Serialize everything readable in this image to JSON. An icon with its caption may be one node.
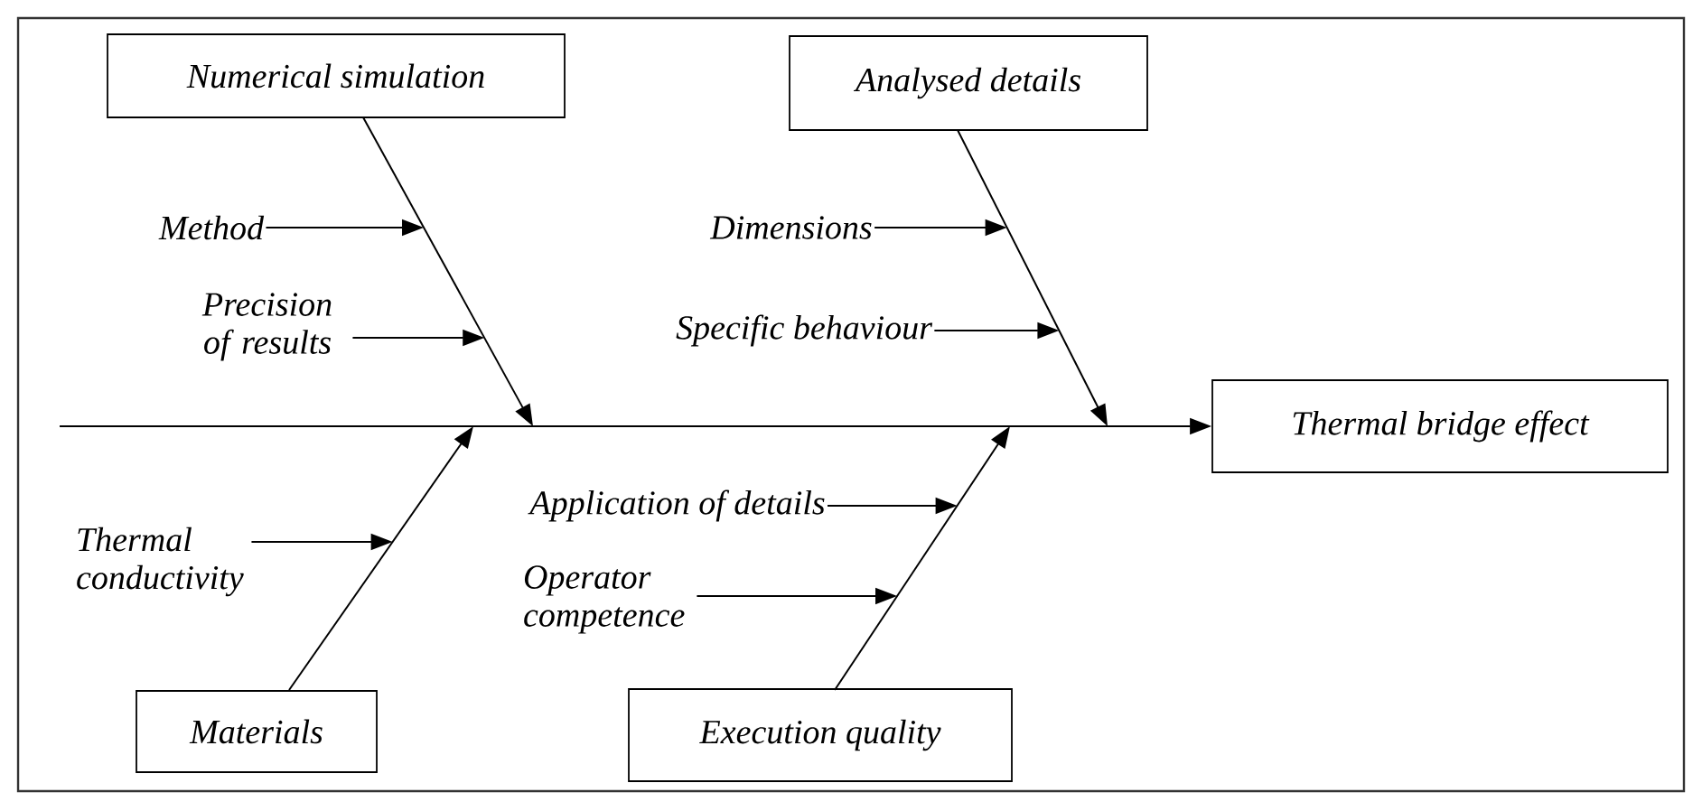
{
  "diagram": {
    "nodes": [
      {
        "text": [
          "Numerical simulation"
        ]
      },
      {
        "text": [
          "Analysed details"
        ]
      },
      {
        "text": [
          "Method"
        ]
      },
      {
        "text": [
          "Dimensions"
        ]
      },
      {
        "text": [
          "Precision of results"
        ]
      },
      {
        "text": [
          "Specific behaviour"
        ]
      },
      {
        "text": [
          "Thermal bridge effect"
        ]
      },
      {
        "text": [
          "Application of details"
        ]
      },
      {
        "text": [
          "Thermal conductivity"
        ]
      },
      {
        "text": [
          "Operator competence"
        ]
      },
      {
        "text": [
          "Materials"
        ]
      },
      {
        "text": [
          "Execution quality"
        ]
      }
    ],
    "edges": [
      {
        "from": null,
        "to": 6,
        "arrow": "to"
      },
      {
        "from": 0,
        "to": null,
        "arrow": "to"
      },
      {
        "from": 1,
        "to": null,
        "arrow": "to"
      },
      {
        "from": 10,
        "to": null,
        "arrow": "to"
      },
      {
        "from": 11,
        "to": null,
        "arrow": "to"
      },
      {
        "from": 2,
        "to": null,
        "arrow": "to"
      },
      {
        "from": 3,
        "to": null,
        "arrow": "to"
      },
      {
        "from": 4,
        "to": null,
        "arrow": "to"
      },
      {
        "from": 5,
        "to": null,
        "arrow": "to"
      },
      {
        "from": 7,
        "to": null,
        "arrow": "to"
      },
      {
        "from": 8,
        "to": null,
        "arrow": "to"
      },
      {
        "from": 9,
        "to": null,
        "arrow": "to"
      }
    ]
  }
}
